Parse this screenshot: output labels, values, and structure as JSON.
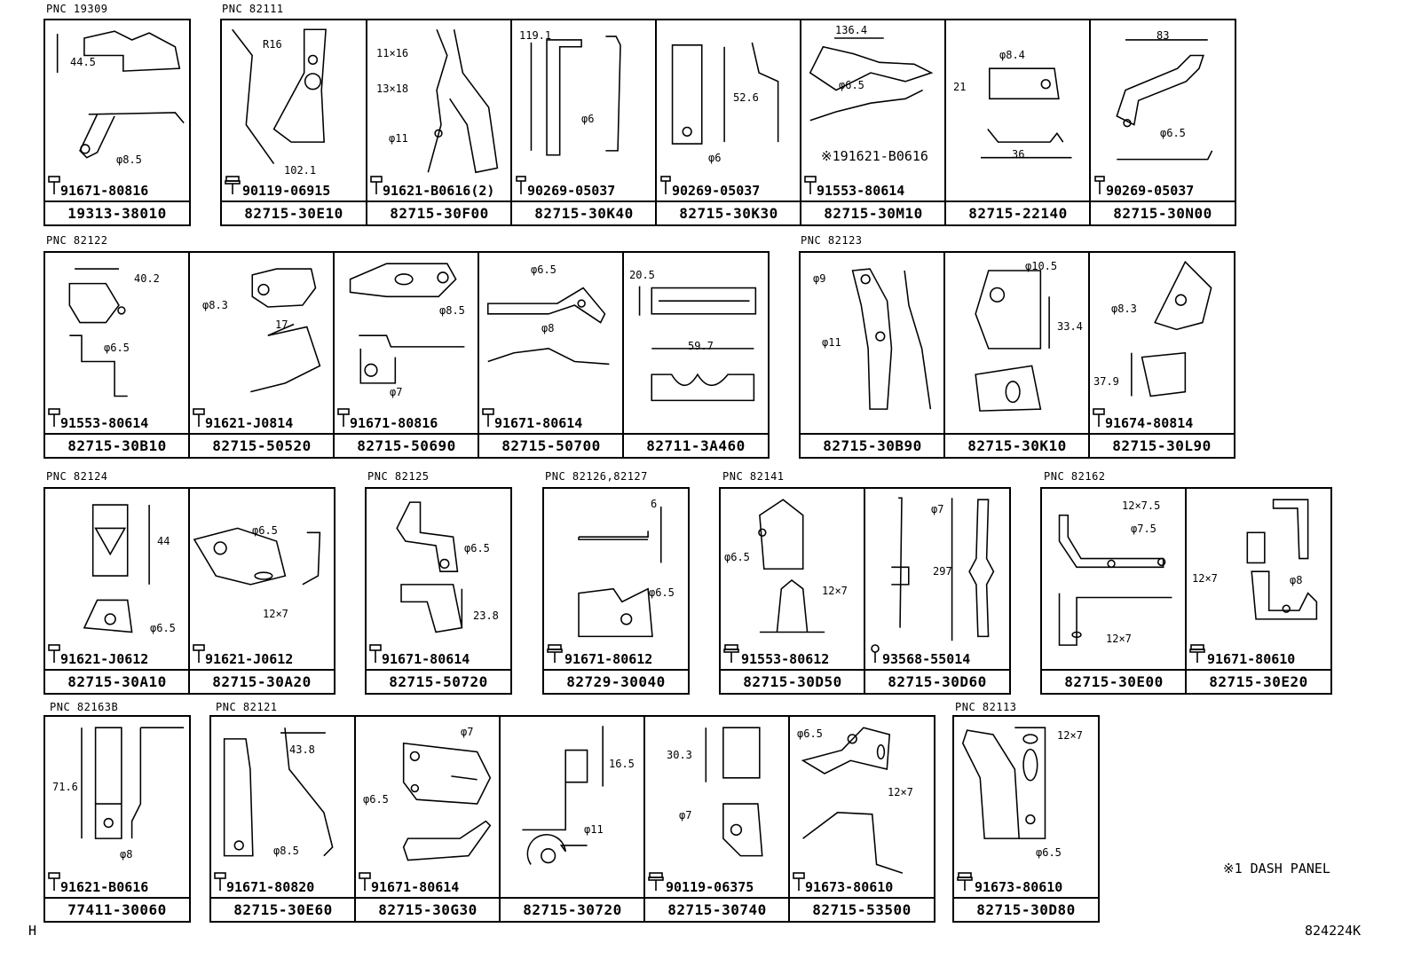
{
  "groups": [
    {
      "pnc": "PNC 19309",
      "cells": [
        {
          "part": "19313-38010",
          "bolt": "91671-80816",
          "bolt_type": "hex-bolt-icon",
          "dims": [
            "44.5",
            "φ8.5"
          ]
        }
      ]
    },
    {
      "pnc": "PNC 82111",
      "cells": [
        {
          "part": "82715-30E10",
          "bolt": "90119-06915",
          "bolt_type": "washer-bolt-icon",
          "dims": [
            "R16",
            "102.1"
          ]
        },
        {
          "part": "82715-30F00",
          "bolt": "91621-B0616(2)",
          "bolt_type": "hex-bolt-icon",
          "dims": [
            "11×16",
            "13×18",
            "φ11"
          ]
        },
        {
          "part": "82715-30K40",
          "bolt": "90269-05037",
          "bolt_type": "clip-icon",
          "dims": [
            "119.1",
            "φ6"
          ]
        },
        {
          "part": "82715-30K30",
          "bolt": "90269-05037",
          "bolt_type": "clip-icon",
          "dims": [
            "52.6",
            "φ6"
          ]
        },
        {
          "part": "82715-30M10",
          "bolt": "91553-80614",
          "bolt_type": "hex-bolt-icon",
          "dims": [
            "136.4",
            "φ6.5",
            "※191621-B0616"
          ]
        },
        {
          "part": "82715-22140",
          "bolt": "",
          "bolt_type": "",
          "dims": [
            "φ8.4",
            "21",
            "36"
          ]
        },
        {
          "part": "82715-30N00",
          "bolt": "90269-05037",
          "bolt_type": "clip-icon",
          "dims": [
            "83",
            "φ6.5"
          ]
        }
      ]
    },
    {
      "pnc": "PNC 82122",
      "cells": [
        {
          "part": "82715-30B10",
          "bolt": "91553-80614",
          "bolt_type": "hex-bolt-icon",
          "dims": [
            "40.2",
            "φ6.5"
          ]
        },
        {
          "part": "82715-50520",
          "bolt": "91621-J0814",
          "bolt_type": "hex-bolt-icon",
          "dims": [
            "φ8.3",
            "17"
          ]
        },
        {
          "part": "82715-50690",
          "bolt": "91671-80816",
          "bolt_type": "hex-bolt-icon",
          "dims": [
            "φ8.5",
            "φ7"
          ]
        },
        {
          "part": "82715-50700",
          "bolt": "91671-80614",
          "bolt_type": "hex-bolt-icon",
          "dims": [
            "φ6.5",
            "φ8"
          ]
        },
        {
          "part": "82711-3A460",
          "bolt": "",
          "bolt_type": "",
          "dims": [
            "20.5",
            "59.7"
          ]
        }
      ]
    },
    {
      "pnc": "PNC 82123",
      "cells": [
        {
          "part": "82715-30B90",
          "bolt": "",
          "bolt_type": "",
          "dims": [
            "φ9",
            "φ11"
          ]
        },
        {
          "part": "82715-30K10",
          "bolt": "",
          "bolt_type": "",
          "dims": [
            "φ10.5",
            "33.4"
          ]
        },
        {
          "part": "82715-30L90",
          "bolt": "91674-80814",
          "bolt_type": "hex-bolt-icon",
          "dims": [
            "φ8.3",
            "37.9"
          ]
        }
      ]
    },
    {
      "pnc": "PNC 82124",
      "cells": [
        {
          "part": "82715-30A10",
          "bolt": "91621-J0612",
          "bolt_type": "hex-bolt-icon",
          "dims": [
            "44",
            "φ6.5"
          ]
        },
        {
          "part": "82715-30A20",
          "bolt": "91621-J0612",
          "bolt_type": "hex-bolt-icon",
          "dims": [
            "φ6.5",
            "12×7"
          ]
        }
      ]
    },
    {
      "pnc": "PNC 82125",
      "cells": [
        {
          "part": "82715-50720",
          "bolt": "91671-80614",
          "bolt_type": "hex-bolt-icon",
          "dims": [
            "φ6.5",
            "23.8"
          ]
        }
      ]
    },
    {
      "pnc": "PNC 82126,82127",
      "cells": [
        {
          "part": "82729-30040",
          "bolt": "91671-80612",
          "bolt_type": "washer-bolt-icon",
          "dims": [
            "6",
            "φ6.5"
          ]
        }
      ]
    },
    {
      "pnc": "PNC 82141",
      "cells": [
        {
          "part": "82715-30D50",
          "bolt": "91553-80612",
          "bolt_type": "washer-bolt-icon",
          "dims": [
            "φ6.5",
            "12×7"
          ]
        },
        {
          "part": "82715-30D60",
          "bolt": "93568-55014",
          "bolt_type": "screw-icon",
          "dims": [
            "φ7",
            "297"
          ]
        }
      ]
    },
    {
      "pnc": "PNC 82162",
      "cells": [
        {
          "part": "82715-30E00",
          "bolt": "",
          "bolt_type": "",
          "dims": [
            "12×7.5",
            "φ7.5",
            "12×7"
          ]
        },
        {
          "part": "82715-30E20",
          "bolt": "91671-80610",
          "bolt_type": "washer-bolt-icon",
          "dims": [
            "12×7",
            "φ8"
          ]
        }
      ]
    },
    {
      "pnc": "PNC  82163B",
      "cells": [
        {
          "part": "77411-30060",
          "bolt": "91621-B0616",
          "bolt_type": "hex-bolt-icon",
          "dims": [
            "71.6",
            "φ8"
          ]
        }
      ]
    },
    {
      "pnc": "PNC 82121",
      "cells": [
        {
          "part": "82715-30E60",
          "bolt": "91671-80820",
          "bolt_type": "hex-bolt-icon",
          "dims": [
            "43.8",
            "φ8.5"
          ]
        },
        {
          "part": "82715-30G30",
          "bolt": "91671-80614",
          "bolt_type": "hex-bolt-icon",
          "dims": [
            "φ7",
            "φ6.5"
          ]
        },
        {
          "part": "82715-30720",
          "bolt": "",
          "bolt_type": "",
          "dims": [
            "16.5",
            "φ11"
          ]
        },
        {
          "part": "82715-30740",
          "bolt": "90119-06375",
          "bolt_type": "washer-bolt-icon",
          "dims": [
            "30.3",
            "φ7"
          ]
        },
        {
          "part": "82715-53500",
          "bolt": "91673-80610",
          "bolt_type": "hex-bolt-icon",
          "dims": [
            "φ6.5",
            "12×7"
          ]
        }
      ]
    },
    {
      "pnc": "PNC 82113",
      "cells": [
        {
          "part": "82715-30D80",
          "bolt": "91673-80610",
          "bolt_type": "washer-bolt-icon",
          "dims": [
            "12×7",
            "φ6.5"
          ]
        }
      ]
    }
  ],
  "footnote": "※1 DASH PANEL",
  "corner_mark": "H",
  "figure_id": "824224K"
}
